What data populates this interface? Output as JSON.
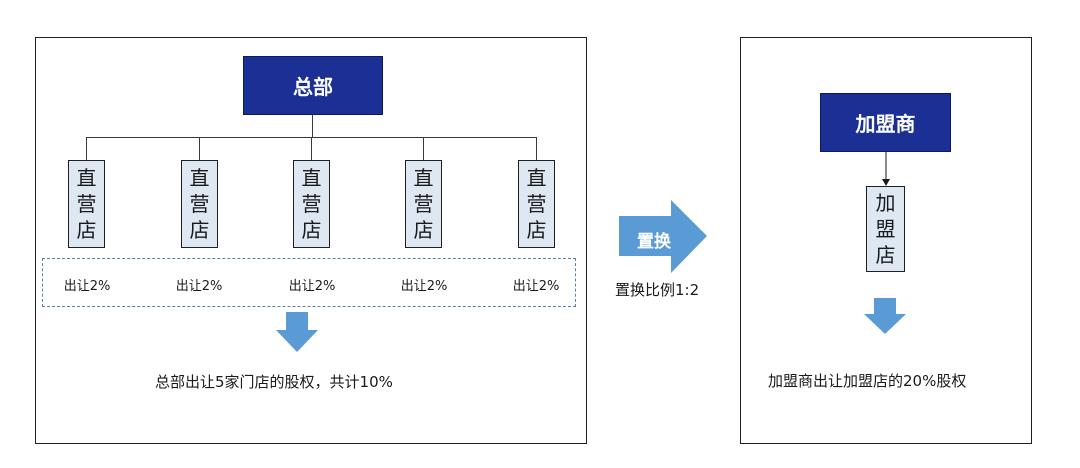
{
  "headquarters": {
    "label": "总部"
  },
  "direct_stores": [
    {
      "label_lines": [
        "直",
        "营",
        "店"
      ],
      "transfer": "出让2%"
    },
    {
      "label_lines": [
        "直",
        "营",
        "店"
      ],
      "transfer": "出让2%"
    },
    {
      "label_lines": [
        "直",
        "营",
        "店"
      ],
      "transfer": "出让2%"
    },
    {
      "label_lines": [
        "直",
        "营",
        "店"
      ],
      "transfer": "出让2%"
    },
    {
      "label_lines": [
        "直",
        "营",
        "店"
      ],
      "transfer": "出让2%"
    }
  ],
  "left_summary": "总部出让5家门店的股权，共计10%",
  "swap": {
    "arrow_label": "置换",
    "ratio_text": "置换比例1:2"
  },
  "franchisee": {
    "label": "加盟商"
  },
  "franchise_store": {
    "label_lines": [
      "加",
      "盟",
      "店"
    ]
  },
  "right_summary": "加盟商出让加盟店的20%股权",
  "colors": {
    "dark_box": "#1b2f94",
    "light_box": "#dde8f3",
    "arrow": "#5b9bd5",
    "dashed_border": "#5b7fa8"
  }
}
